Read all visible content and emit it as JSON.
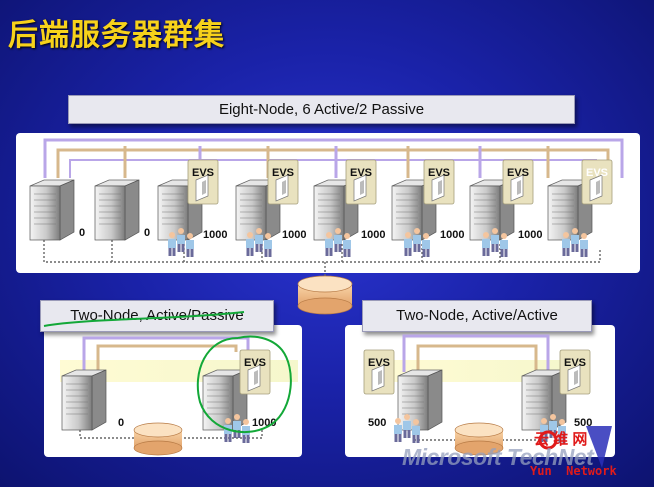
{
  "title": "后端服务器群集",
  "top_cluster": {
    "label": "Eight-Node, 6 Active/2 Passive",
    "passive_node_values": [
      "0",
      "0"
    ],
    "active_node_values": [
      "1000",
      "1000",
      "1000",
      "1000",
      "1000",
      "1000"
    ],
    "evs_label": "EVS"
  },
  "two_node_active_passive": {
    "label": "Two-Node, Active/Passive",
    "values": [
      "0",
      "1000"
    ],
    "evs_label": "EVS"
  },
  "two_node_active_active": {
    "label": "Two-Node, Active/Active",
    "values": [
      "500",
      "500"
    ],
    "evs_label": "EVS"
  },
  "watermark": {
    "brand": "Microsoft TechNet",
    "cn_text": "云 维 网",
    "en_text": "Yun  Network"
  },
  "colors": {
    "title": "#f7d21b",
    "background": "#1a22a8",
    "cable_purple": "#b9a6e8",
    "cable_tan": "#d7b88c",
    "annotation_green": "#13a838"
  }
}
